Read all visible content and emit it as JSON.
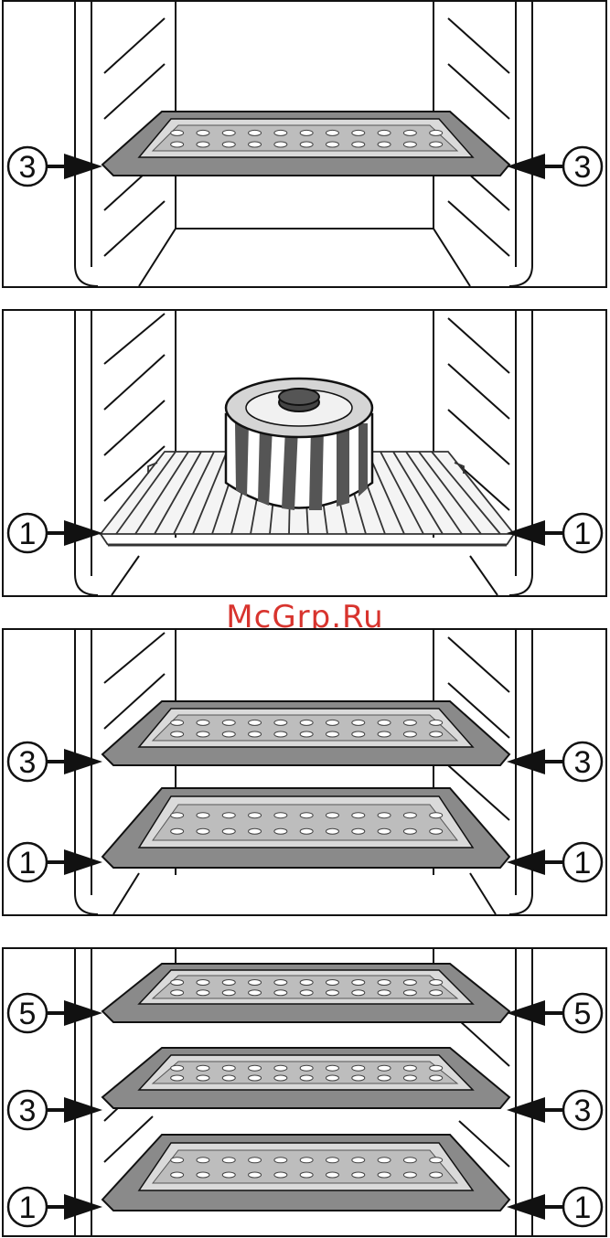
{
  "watermark": "McGrp.Ru",
  "colors": {
    "line": "#111111",
    "tray": "#7a7a7a",
    "tray_inner": "#d9d9d9",
    "watermark": "#d8342e"
  },
  "panels": [
    {
      "id": "panel-1",
      "accessory": "baking-tray",
      "levels": [
        "3"
      ]
    },
    {
      "id": "panel-2",
      "accessory": "wire-rack-with-cake-tin",
      "levels": [
        "1"
      ]
    },
    {
      "id": "panel-3",
      "accessory": "baking-tray",
      "levels": [
        "3",
        "1"
      ]
    },
    {
      "id": "panel-4",
      "accessory": "baking-tray",
      "levels": [
        "5",
        "3",
        "1"
      ]
    }
  ]
}
